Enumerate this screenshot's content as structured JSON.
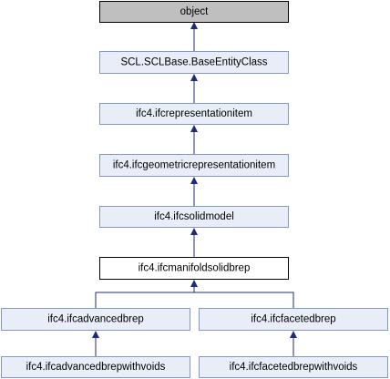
{
  "diagram": {
    "nodes": {
      "object": {
        "label": "object"
      },
      "scl_base": {
        "label": "SCL.SCLBase.BaseEntityClass"
      },
      "repitem": {
        "label": "ifc4.ifcrepresentationitem"
      },
      "georep": {
        "label": "ifc4.ifcgeometricrepresentationitem"
      },
      "solidmodel": {
        "label": "ifc4.ifcsolidmodel"
      },
      "manifold": {
        "label": "ifc4.ifcmanifoldsolidbrep"
      },
      "advanced": {
        "label": "ifc4.ifcadvancedbrep"
      },
      "faceted": {
        "label": "ifc4.ifcfacetedbrep"
      },
      "advanced_voids": {
        "label": "ifc4.ifcadvancedbrepwithvoids"
      },
      "faceted_voids": {
        "label": "ifc4.ifcfacetedbrepwithvoids"
      }
    }
  }
}
